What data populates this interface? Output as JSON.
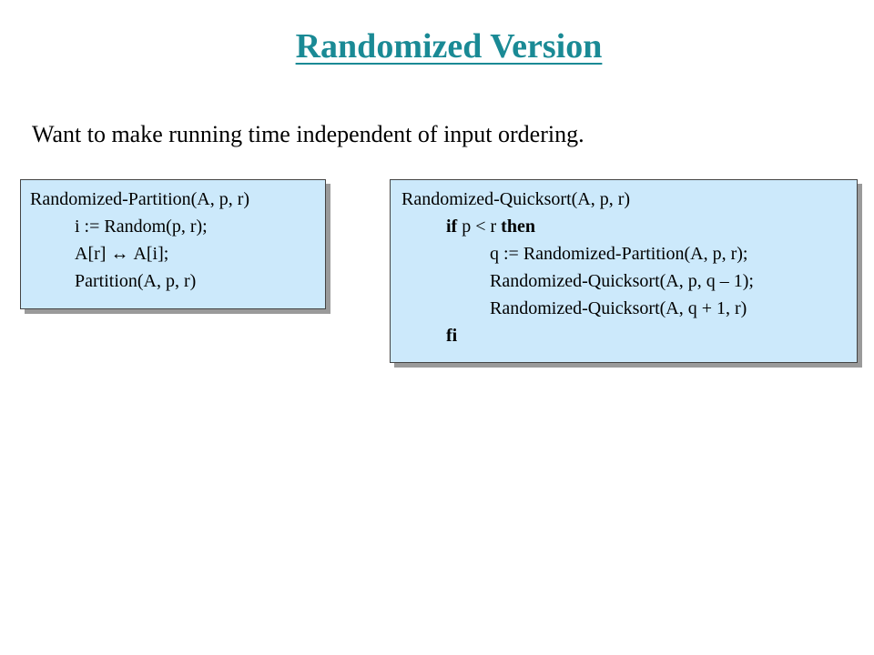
{
  "slide": {
    "title": "Randomized Version",
    "subtitle": "Want to make running time independent of input ordering."
  },
  "partition_box": {
    "header": "Randomized-Partition(A, p, r)",
    "line1": "i := Random(p, r);",
    "line2_left": "A[r]",
    "line2_symbol": "↔",
    "line2_right": "A[i];",
    "line3": "Partition(A, p, r)"
  },
  "quicksort_box": {
    "header": "Randomized-Quicksort(A, p, r)",
    "if_keyword": "if",
    "if_condition": "p < r",
    "then_keyword": "then",
    "line1": "q := Randomized-Partition(A, p, r);",
    "line2": "Randomized-Quicksort(A, p, q – 1);",
    "line3": "Randomized-Quicksort(A, q + 1, r)",
    "fi_keyword": "fi"
  },
  "colors": {
    "title": "#1a8a95",
    "box_fill": "#cce9fb",
    "box_shadow": "#9a9a9a"
  }
}
